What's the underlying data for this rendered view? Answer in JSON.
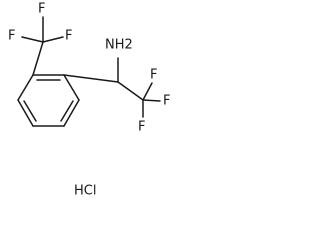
{
  "molecule": {
    "labels": {
      "f_cf3_top": "F",
      "f_cf3_left": "F",
      "f_cf3_right": "F",
      "nh2": "NH2",
      "f_end_top": "F",
      "f_end_right": "F",
      "f_end_bottom": "F",
      "hcl": "HCl"
    }
  }
}
